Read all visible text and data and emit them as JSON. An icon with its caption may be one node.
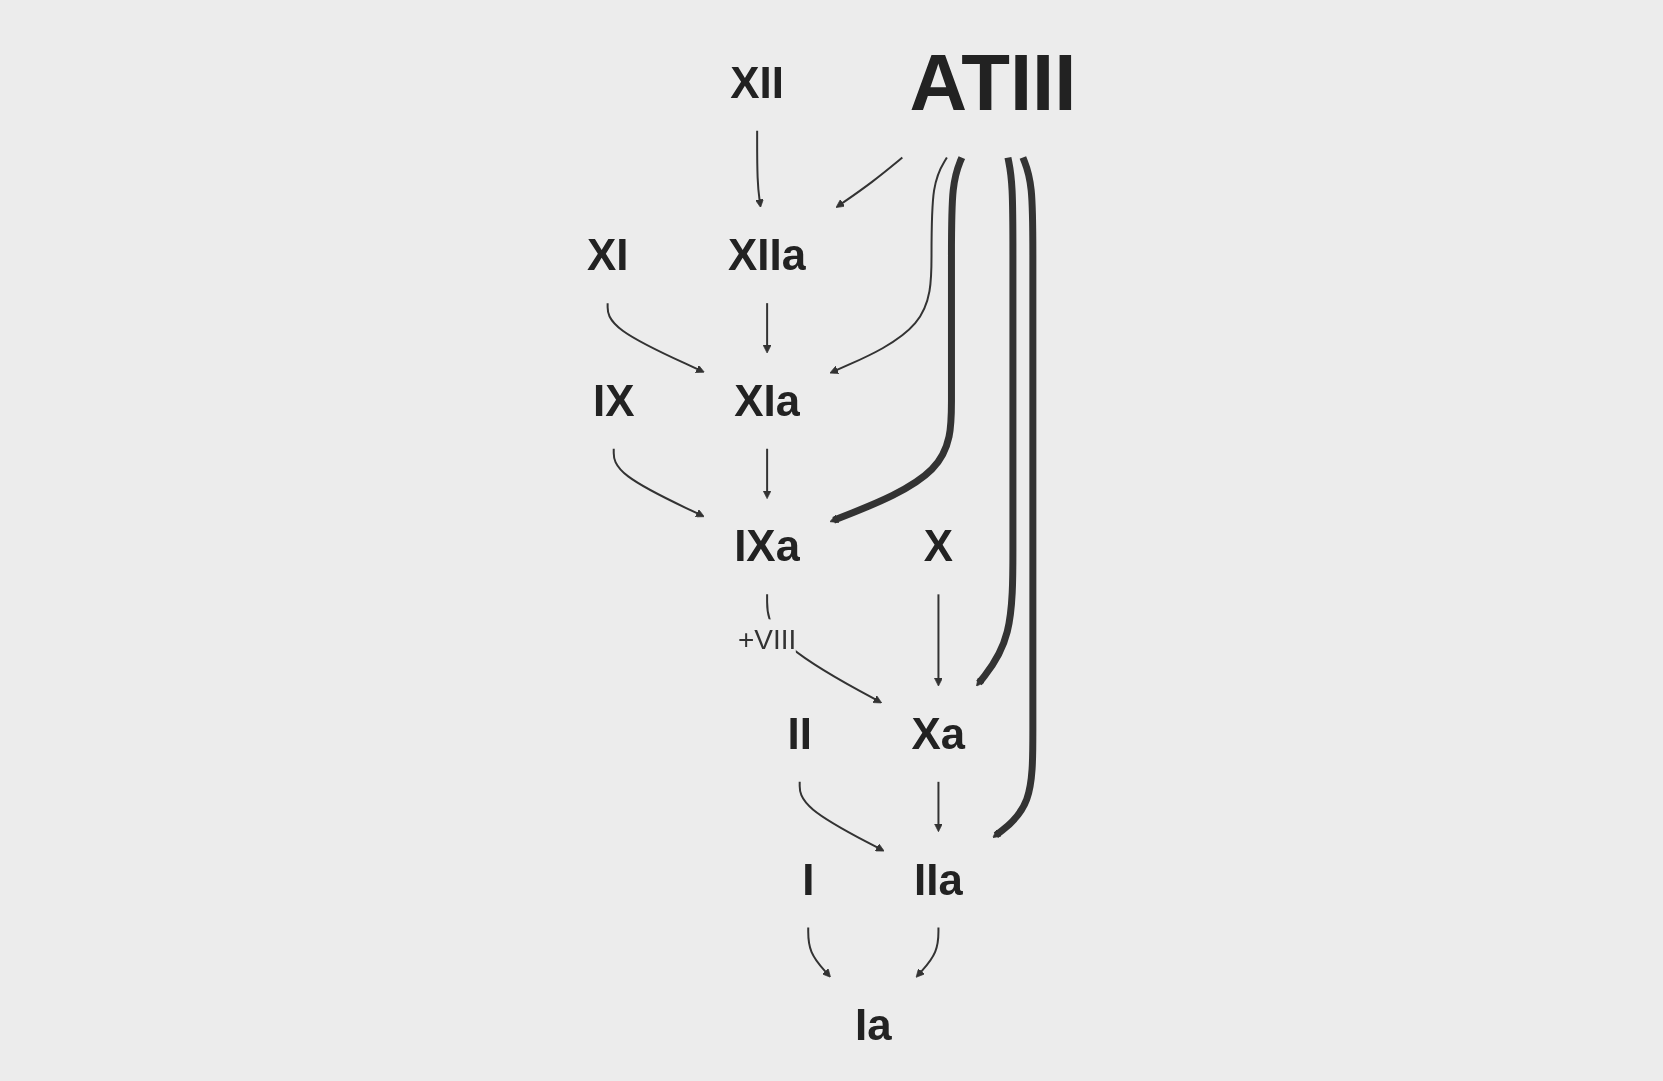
{
  "diagram": {
    "nodes": [
      {
        "text": [
          "XII"
        ]
      },
      {
        "text": [
          "XIIa"
        ]
      },
      {
        "text": [
          "XI"
        ]
      },
      {
        "text": [
          "XIa"
        ]
      },
      {
        "text": [
          "IX"
        ]
      },
      {
        "text": [
          "IXa"
        ]
      },
      {
        "text": [
          "X"
        ]
      },
      {
        "text": [
          "Xa"
        ]
      },
      {
        "text": [
          "II"
        ]
      },
      {
        "text": [
          "IIa"
        ]
      },
      {
        "text": [
          "I"
        ]
      },
      {
        "text": [
          "Ia"
        ]
      },
      {
        "text": [
          "ATIII"
        ]
      }
    ],
    "edges": [
      {
        "from": 0,
        "to": 1,
        "arrow": "to"
      },
      {
        "from": 2,
        "to": 3,
        "arrow": "to"
      },
      {
        "from": 1,
        "to": 3,
        "arrow": "to"
      },
      {
        "from": 4,
        "to": 5,
        "arrow": "to"
      },
      {
        "from": 3,
        "to": 5,
        "arrow": "to"
      },
      {
        "from": 5,
        "to": 7,
        "arrow": "to",
        "label": "+VIII"
      },
      {
        "from": 6,
        "to": 7,
        "arrow": "to"
      },
      {
        "from": 8,
        "to": 9,
        "arrow": "to"
      },
      {
        "from": 7,
        "to": 9,
        "arrow": "to"
      },
      {
        "from": 10,
        "to": 11,
        "arrow": "to"
      },
      {
        "from": 9,
        "to": 11,
        "arrow": "to"
      },
      {
        "from": 12,
        "to": 1,
        "arrow": "to"
      },
      {
        "from": 12,
        "to": 3,
        "arrow": "to"
      },
      {
        "from": 12,
        "to": 5,
        "arrow": "to",
        "style": "thick"
      },
      {
        "from": 12,
        "to": 7,
        "arrow": "to",
        "style": "thick"
      },
      {
        "from": 12,
        "to": 9,
        "arrow": "to",
        "style": "thick"
      }
    ]
  }
}
